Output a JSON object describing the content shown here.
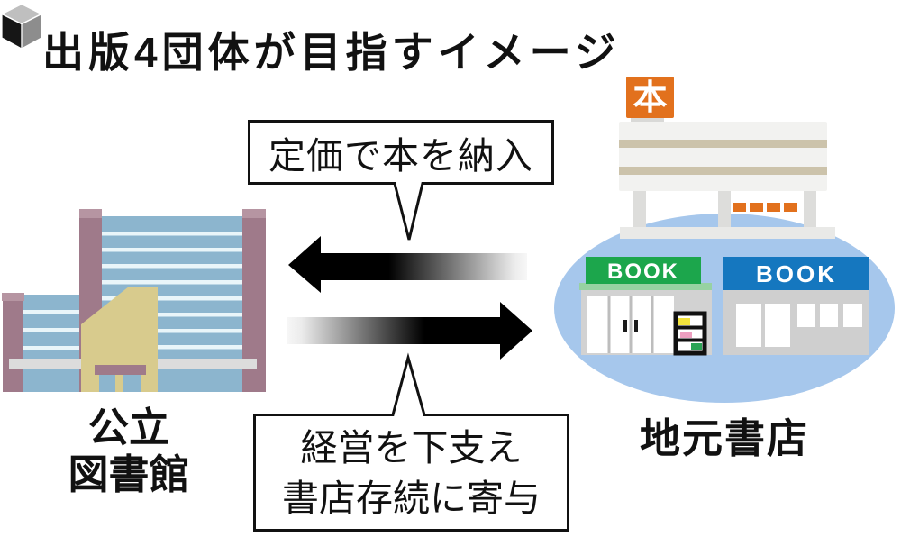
{
  "title": "出版4団体が目指すイメージ",
  "bubbles": {
    "deliver": {
      "text": "定価で本を納入"
    },
    "support": {
      "line1": "経営を下支え",
      "line2": "書店存続に寄与"
    }
  },
  "library": {
    "label_line1": "公立",
    "label_line2": "図書館"
  },
  "bookstore": {
    "label": "地元書店",
    "roof_sign": "本",
    "store_left_sign": "BOOK",
    "store_right_sign": "BOOK"
  },
  "colors": {
    "accent_orange": "#e2711d",
    "sign_green": "#1ca64c",
    "awning_green": "#97d2a2",
    "sign_blue": "#1577bf",
    "ellipse_blue": "#a6c7ec",
    "library_mauve": "#9f7a8a",
    "library_mauve_light": "#b695a2",
    "library_glass": "#8cb5ce",
    "library_tan": "#d8cb8d",
    "arrow_black": "#000000"
  }
}
